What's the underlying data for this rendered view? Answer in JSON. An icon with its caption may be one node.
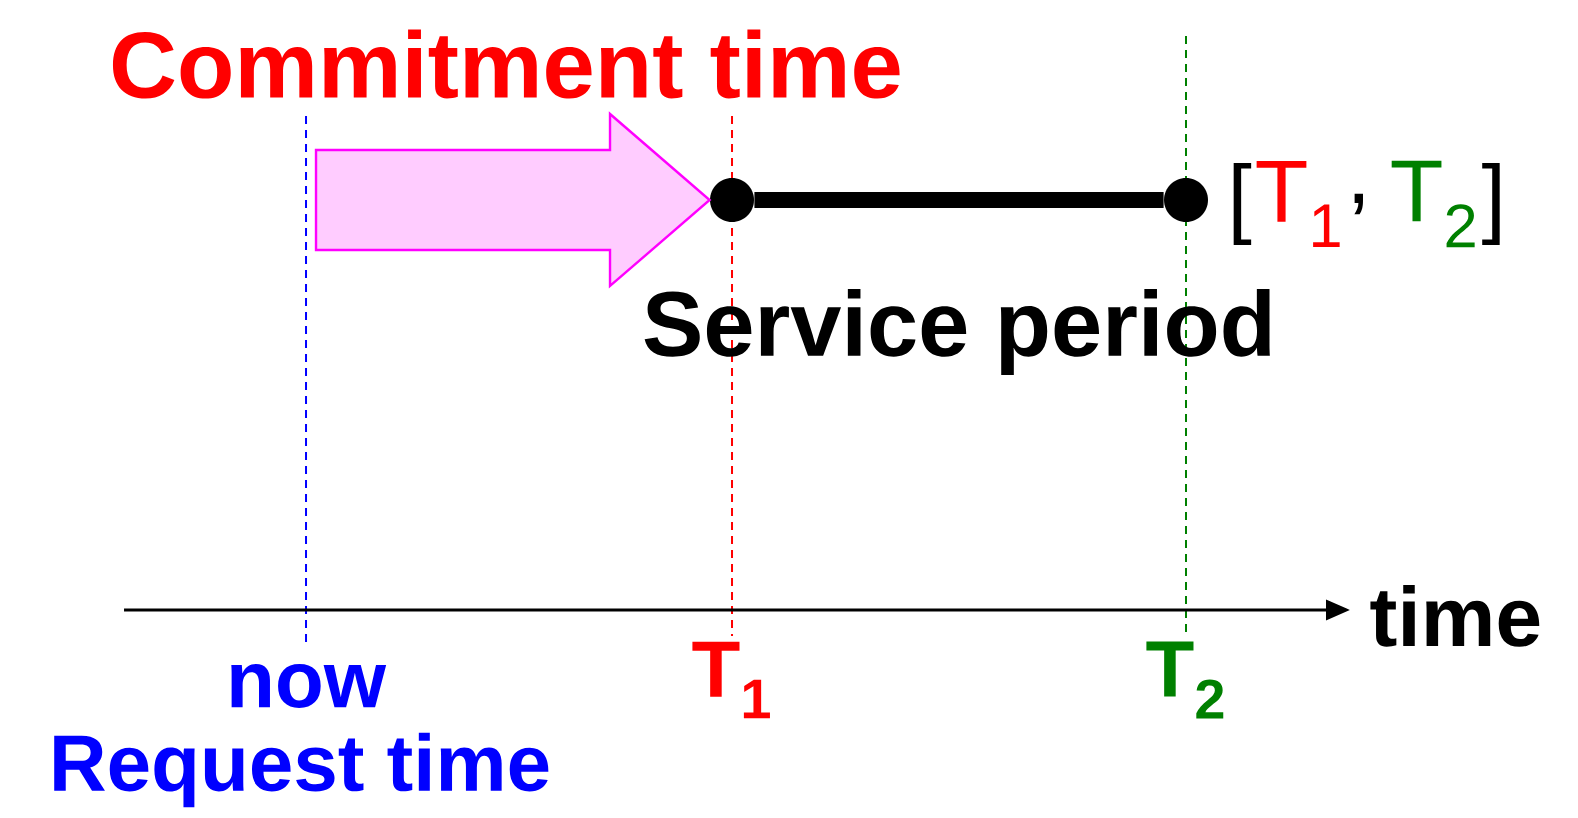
{
  "diagram": {
    "nodes": [
      {
        "text": [],
        "shape": "circle"
      },
      {
        "text": [],
        "shape": "circle"
      }
    ],
    "edges": [
      {
        "from": null,
        "to": 0,
        "arrow": "to",
        "color": "#ff00ff"
      },
      {
        "from": 0,
        "to": 1,
        "arrow": "none",
        "label": "Service period"
      }
    ],
    "labels": [
      "Commitment time",
      "[",
      "T$_{1}$",
      ",",
      "T$_{2}$",
      "]",
      "time",
      "now",
      "T$_{1}$",
      "T$_{2}$",
      "Request time"
    ]
  }
}
